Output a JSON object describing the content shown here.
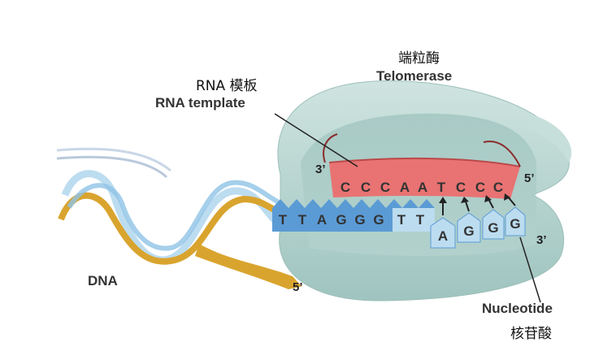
{
  "labels": {
    "telomerase_cn": "端粒酶",
    "telomerase_en": "Telomerase",
    "rna_template_cn": "RNA 模板",
    "rna_template_en": "RNA template",
    "dna": "DNA",
    "nucleotide_en": "Nucleotide",
    "nucleotide_cn": "核苷酸",
    "rna_3prime": "3’",
    "rna_5prime": "5’",
    "dna_5prime": "5’",
    "dna_3prime": "3’"
  },
  "rna_bases": [
    "C",
    "C",
    "C",
    "A",
    "A",
    "T",
    "C",
    "C",
    "C"
  ],
  "dna_strand_bases": [
    "T",
    "T",
    "A",
    "G",
    "G",
    "G",
    "T",
    "T"
  ],
  "nucleotide_bases": [
    "A",
    "G",
    "G",
    "G"
  ],
  "colors": {
    "enzyme": "#b5d4cf",
    "rna": "#e87372",
    "dna_blue": "#5b9bd5",
    "dna_light": "#bcdcf0",
    "dna_gold": "#d9a42e"
  }
}
